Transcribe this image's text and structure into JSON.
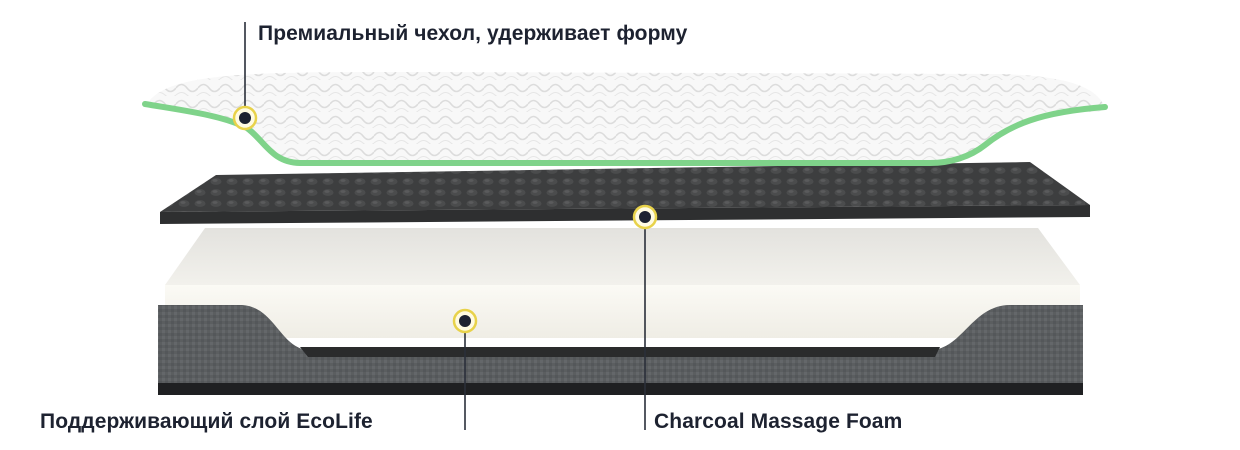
{
  "labels": {
    "cover": "Премиальный чехол, удерживает форму",
    "charcoal": "Charcoal Massage Foam",
    "ecolife": "Поддерживающий слой  EcoLife"
  },
  "colors": {
    "background": "#ffffff",
    "text": "#1d2230",
    "cover_fabric": "#f7f7f7",
    "cover_trim": "#7fd38a",
    "charcoal_foam": "#3f4041",
    "white_foam": "#f3f1ea",
    "base_fabric": "#5c5f61",
    "marker_ring": "#e8d24a",
    "marker_dot": "#1d2230"
  },
  "icons": {
    "marker": "callout-dot-icon"
  }
}
